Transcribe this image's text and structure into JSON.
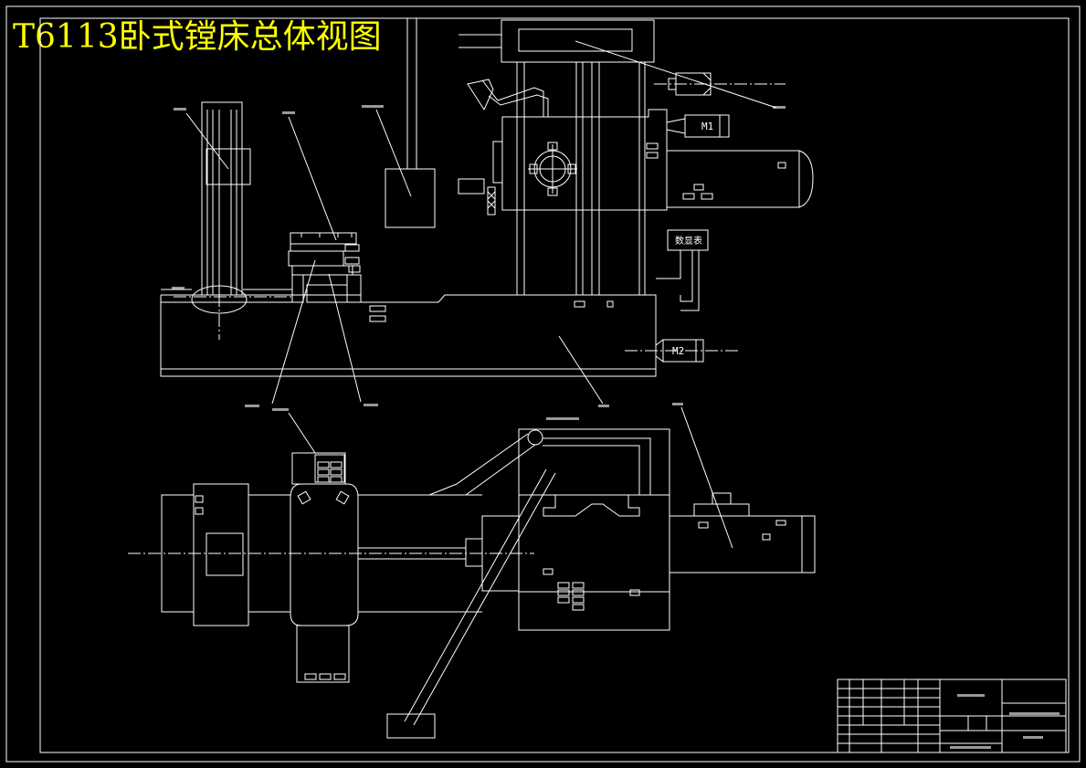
{
  "drawing_title": "T6113卧式镗床总体视图",
  "motor_labels": {
    "m1": "M1",
    "m2": "M2"
  },
  "speed_gauge_label": "数显表"
}
